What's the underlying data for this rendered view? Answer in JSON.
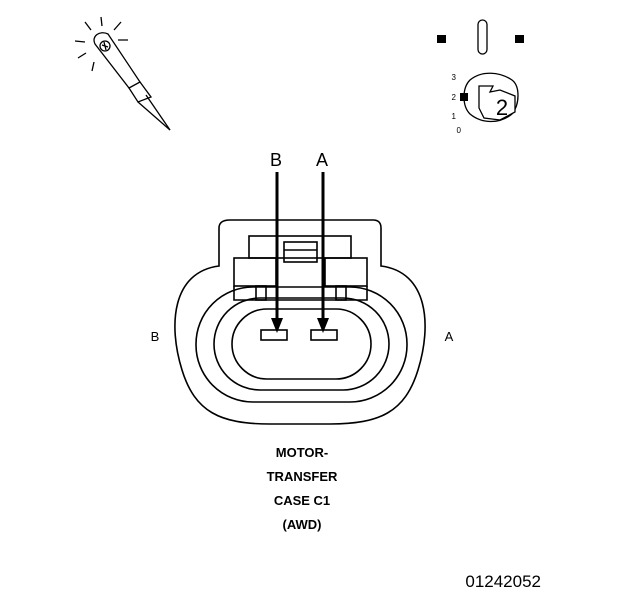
{
  "top_labels": {
    "left": "B",
    "right": "A"
  },
  "side_labels": {
    "left": "B",
    "right": "A"
  },
  "connector_name": [
    "MOTOR-",
    "TRANSFER",
    "CASE C1",
    "(AWD)"
  ],
  "reference_number": "01242052",
  "ignition_key": {
    "positions": [
      "3",
      "2",
      "1",
      "0"
    ],
    "selected": "2"
  }
}
